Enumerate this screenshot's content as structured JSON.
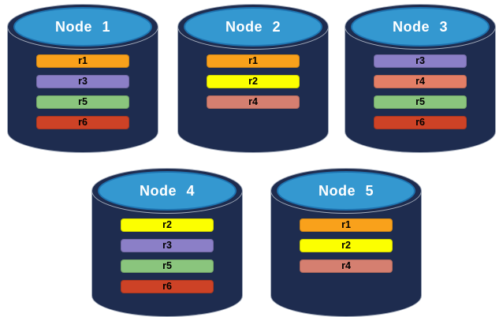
{
  "diagram": {
    "description_colors": {
      "cylinder_body": "#1E2C4F",
      "cylinder_top_fill": "#3498D0",
      "cylinder_top_border": "#1E73B0",
      "outline": "#A4ADBC",
      "title_text": "#FFFFFF",
      "bar_text": "#000000"
    },
    "replica_palette": {
      "r1": "#F9A11B",
      "r2": "#FCFF00",
      "r3": "#8B7FC7",
      "r4": "#DC7E6B",
      "r5": "#8AC57D",
      "r6": "#CD4226"
    },
    "nodes": [
      {
        "label": "Node 1",
        "bars": [
          {
            "label": "r1",
            "color": "#F9A11B"
          },
          {
            "label": "r3",
            "color": "#8B7FC7"
          },
          {
            "label": "r5",
            "color": "#8AC57D"
          },
          {
            "label": "r6",
            "color": "#CD4226"
          }
        ]
      },
      {
        "label": "Node 2",
        "bars": [
          {
            "label": "r1",
            "color": "#F9A11B"
          },
          {
            "label": "r2",
            "color": "#FCFF00"
          },
          {
            "label": "r4",
            "color": "#D57F70"
          }
        ]
      },
      {
        "label": "Node 3",
        "bars": [
          {
            "label": "r3",
            "color": "#8B7FC7"
          },
          {
            "label": "r4",
            "color": "#E37E66"
          },
          {
            "label": "r5",
            "color": "#8AC57D"
          },
          {
            "label": "r6",
            "color": "#CD4226"
          }
        ]
      },
      {
        "label": "Node 4",
        "bars": [
          {
            "label": "r2",
            "color": "#FCFF00"
          },
          {
            "label": "r3",
            "color": "#8B7FC7"
          },
          {
            "label": "r5",
            "color": "#8AC57D"
          },
          {
            "label": "r6",
            "color": "#CD4226"
          }
        ]
      },
      {
        "label": "Node 5",
        "bars": [
          {
            "label": "r1",
            "color": "#F9A11B"
          },
          {
            "label": "r2",
            "color": "#FCFF00"
          },
          {
            "label": "r4",
            "color": "#D57F70"
          }
        ]
      }
    ]
  }
}
